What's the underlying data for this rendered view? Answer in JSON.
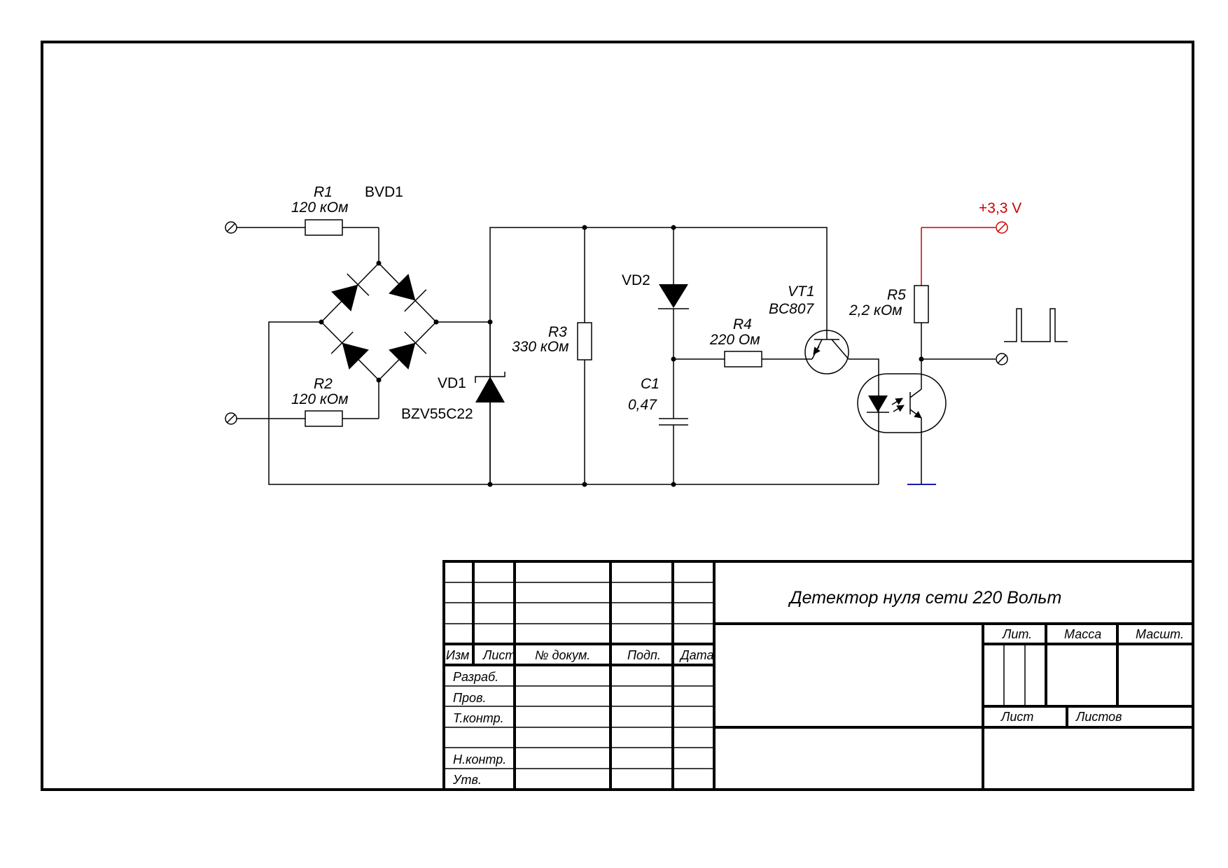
{
  "diagram": {
    "title": "Детектор нуля сети 220 Вольт",
    "components": {
      "r1": {
        "ref": "R1",
        "value": "120 кОм"
      },
      "bridge": {
        "ref": "BVD1"
      },
      "r2": {
        "ref": "R2",
        "value": "120 кОм"
      },
      "vd1": {
        "ref": "VD1",
        "part": "BZV55C22"
      },
      "r3": {
        "ref": "R3",
        "value": "330 кОм"
      },
      "vd2": {
        "ref": "VD2"
      },
      "c1": {
        "ref": "C1",
        "value": "0,47"
      },
      "r4": {
        "ref": "R4",
        "value": "220 Ом"
      },
      "vt1": {
        "ref": "VT1",
        "part": "BC807"
      },
      "r5": {
        "ref": "R5",
        "value": "2,2 кОм"
      },
      "supply": {
        "label": "+3,3 V",
        "color": "#cc0000"
      }
    },
    "ground_color": "#1a1aa6"
  },
  "title_block": {
    "columns": [
      "Изм",
      "Лист",
      "№ докум.",
      "Подп.",
      "Дата"
    ],
    "roles": [
      "Разраб.",
      "Пров.",
      "Т.контр.",
      "",
      "Н.контр.",
      "Утв."
    ],
    "lit": "Лит.",
    "mass": "Масса",
    "scale": "Масшт.",
    "sheet": "Лист",
    "sheets": "Листов"
  }
}
